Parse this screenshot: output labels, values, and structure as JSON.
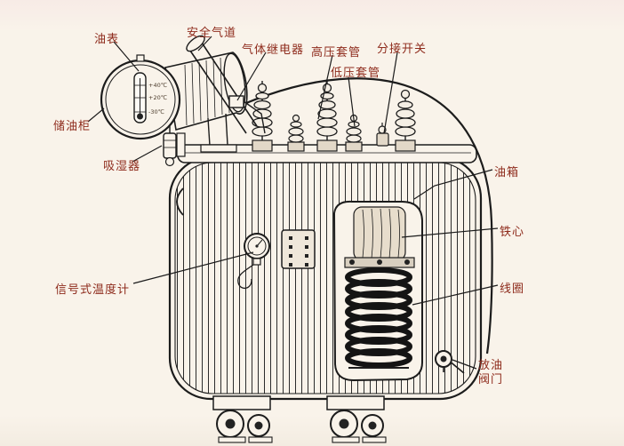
{
  "figure": {
    "background_color": "#f9f3ea",
    "label_color": "#8e2b1c",
    "line_color": "#1c1c1c"
  },
  "labels": {
    "oil_gauge": "油表",
    "safety_air_duct": "安全气道",
    "gas_relay": "气体继电器",
    "hv_bushing": "高压套管",
    "lv_bushing": "低压套管",
    "tap_switch": "分接开关",
    "conservator": "储油柜",
    "breather": "吸湿器",
    "oil_tank": "油箱",
    "core": "铁心",
    "winding": "线圈",
    "thermometer": "信号式温度计",
    "drain_valve": "放油阀门"
  },
  "conservator_gauge_marks": [
    "+40℃",
    "+20℃",
    "-30℃"
  ]
}
